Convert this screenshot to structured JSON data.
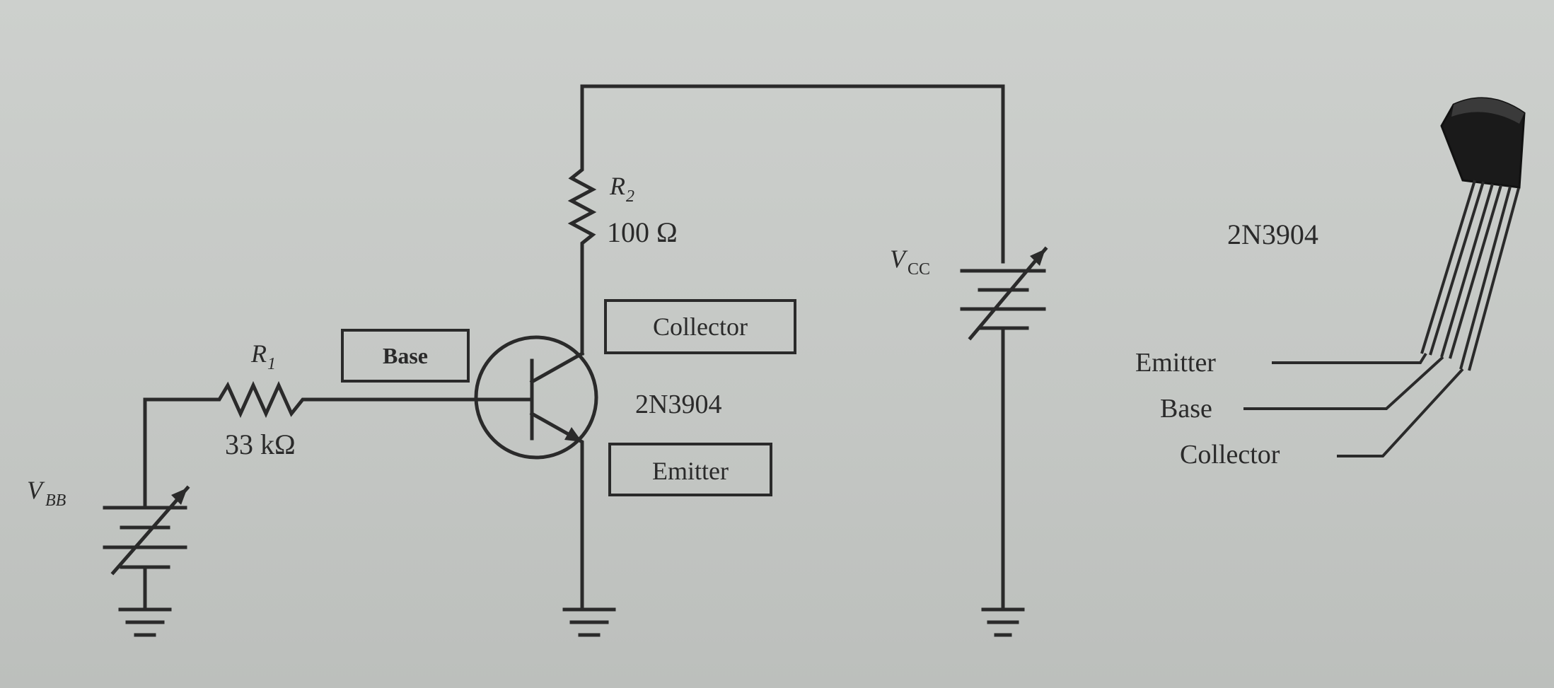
{
  "circuit": {
    "r2": {
      "symbol": "R",
      "subscript": "2",
      "value": "100 Ω"
    },
    "r1": {
      "symbol": "R",
      "subscript": "1",
      "value": "33 kΩ"
    },
    "vcc": {
      "symbol": "V",
      "subscript": "CC"
    },
    "vbb": {
      "symbol": "V",
      "subscript": "BB"
    },
    "transistor_model": "2N3904",
    "labels": {
      "base": "Base",
      "collector": "Collector",
      "emitter": "Emitter"
    }
  },
  "package": {
    "model": "2N3904",
    "pins": {
      "emitter": "Emitter",
      "base": "Base",
      "collector": "Collector"
    }
  }
}
